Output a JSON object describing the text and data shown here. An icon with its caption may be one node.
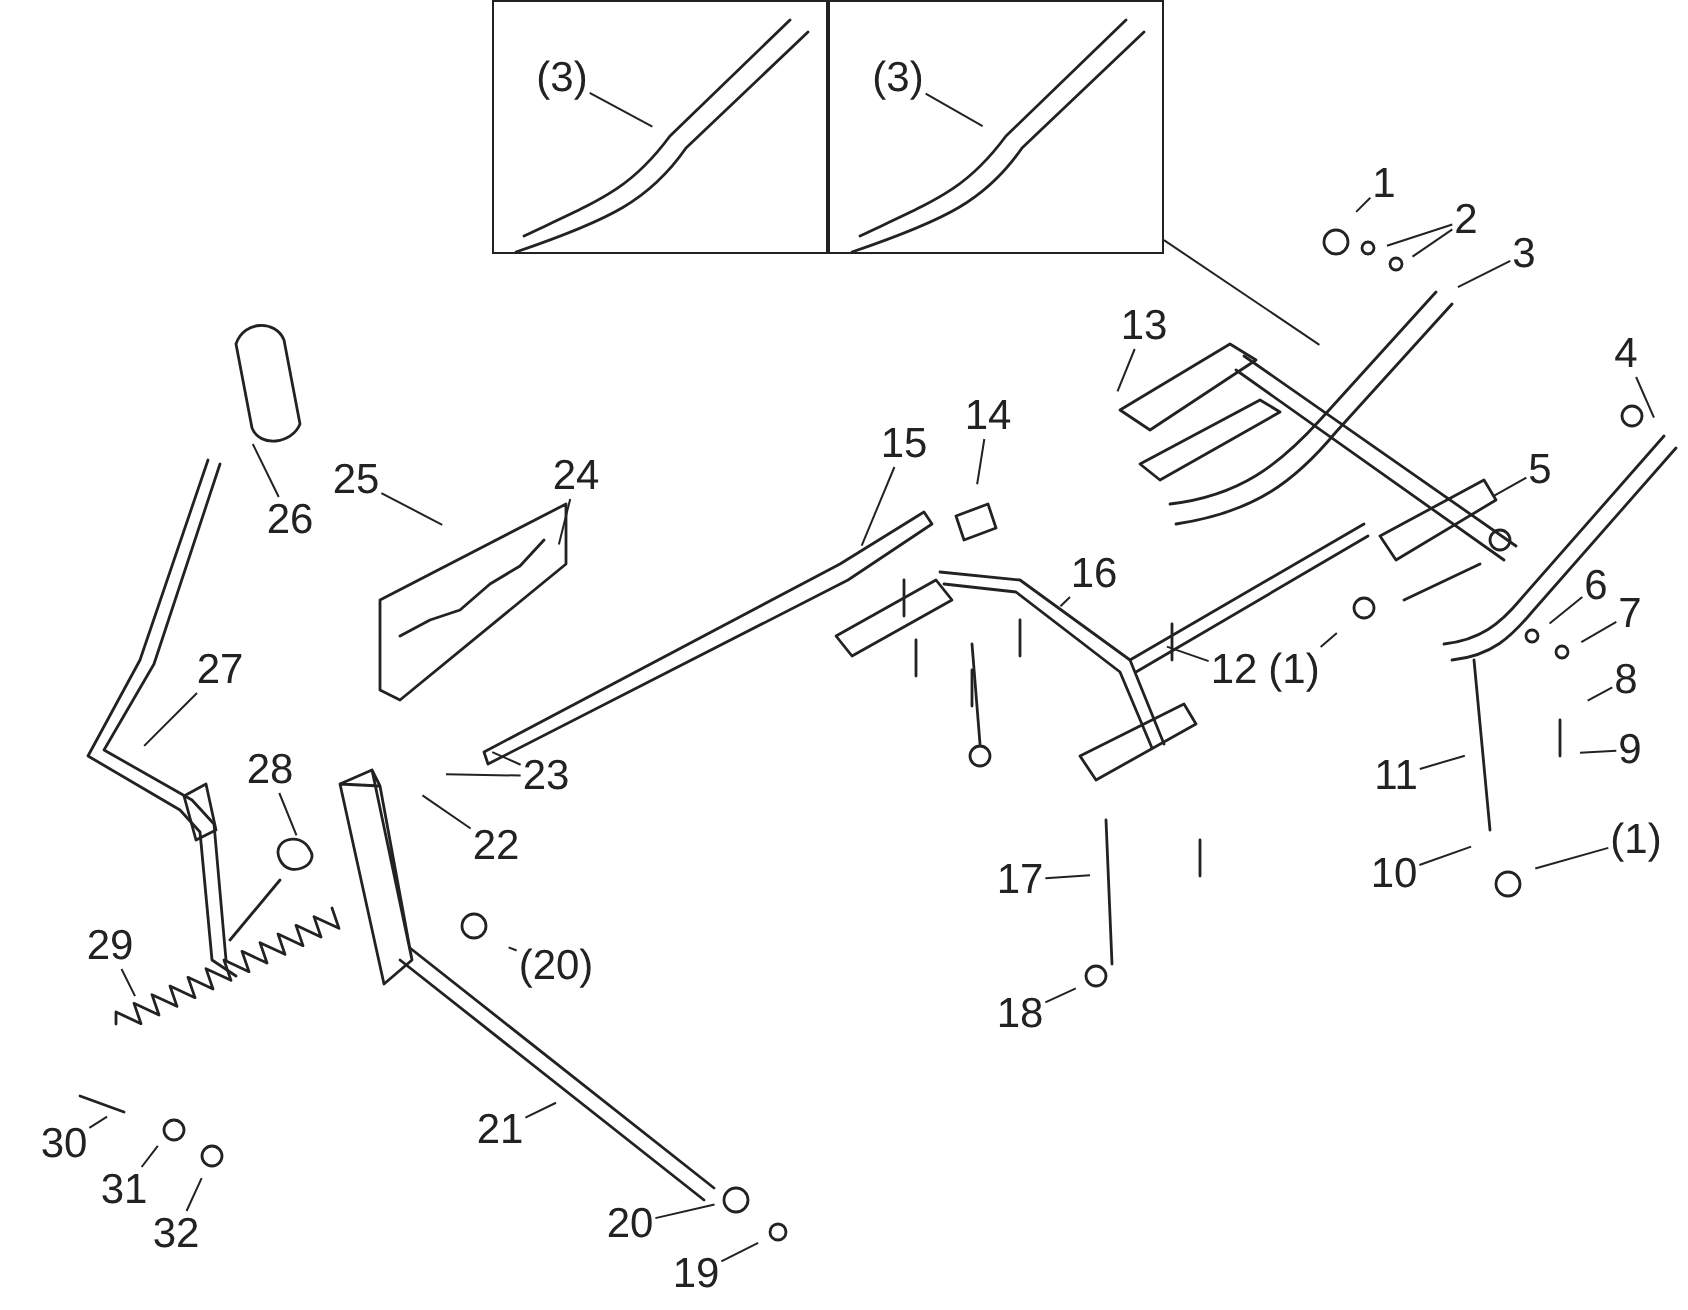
{
  "diagram": {
    "nodes": [
      {
        "text": [],
        "shape": "box"
      },
      {
        "text": [
          "(3)"
        ],
        "in": 0
      },
      {
        "text": [],
        "shape": "box"
      },
      {
        "text": [
          "(3)"
        ],
        "in": 2
      },
      {
        "text": [
          "1"
        ]
      },
      {
        "text": [
          "2"
        ]
      },
      {
        "text": [
          "3"
        ]
      },
      {
        "text": [
          "13"
        ]
      },
      {
        "text": [
          "4"
        ]
      },
      {
        "text": [
          "14"
        ]
      },
      {
        "text": [
          "15"
        ]
      },
      {
        "text": [
          "5"
        ]
      },
      {
        "text": [
          "24"
        ]
      },
      {
        "text": [
          "25"
        ]
      },
      {
        "text": [
          "26"
        ]
      },
      {
        "text": [
          "16"
        ]
      },
      {
        "text": [
          "6"
        ]
      },
      {
        "text": [
          "7"
        ]
      },
      {
        "text": [
          "27"
        ]
      },
      {
        "text": [
          "12"
        ]
      },
      {
        "text": [
          "(1)"
        ]
      },
      {
        "text": [
          "8"
        ]
      },
      {
        "text": [
          "9"
        ]
      },
      {
        "text": [
          "28"
        ]
      },
      {
        "text": [
          "23"
        ]
      },
      {
        "text": [
          "11"
        ]
      },
      {
        "text": [
          "(1)"
        ]
      },
      {
        "text": [
          "22"
        ]
      },
      {
        "text": [
          "10"
        ]
      },
      {
        "text": [
          "17"
        ]
      },
      {
        "text": [
          "29"
        ]
      },
      {
        "text": [
          "(20)"
        ]
      },
      {
        "text": [
          "18"
        ]
      },
      {
        "text": [
          "21"
        ]
      },
      {
        "text": [
          "30"
        ]
      },
      {
        "text": [
          "31"
        ]
      },
      {
        "text": [
          "20"
        ]
      },
      {
        "text": [
          "32"
        ]
      },
      {
        "text": [
          "19"
        ]
      }
    ],
    "edges": [
      {
        "from": 1,
        "to": null,
        "arrow": "none"
      },
      {
        "from": 3,
        "to": null,
        "arrow": "none"
      },
      {
        "from": 2,
        "to": null,
        "arrow": "none"
      },
      {
        "from": 4,
        "to": null,
        "arrow": "none"
      },
      {
        "from": 5,
        "to": null,
        "arrow": "none"
      },
      {
        "from": 5,
        "to": null,
        "arrow": "none"
      },
      {
        "from": 6,
        "to": null,
        "arrow": "none"
      },
      {
        "from": 7,
        "to": null,
        "arrow": "none"
      },
      {
        "from": 8,
        "to": null,
        "arrow": "none"
      },
      {
        "from": 9,
        "to": null,
        "arrow": "none"
      },
      {
        "from": 10,
        "to": null,
        "arrow": "none"
      },
      {
        "from": 11,
        "to": null,
        "arrow": "none"
      },
      {
        "from": 12,
        "to": null,
        "arrow": "none"
      },
      {
        "from": 13,
        "to": null,
        "arrow": "none"
      },
      {
        "from": 14,
        "to": null,
        "arrow": "none"
      },
      {
        "from": 15,
        "to": null,
        "arrow": "none"
      },
      {
        "from": 16,
        "to": null,
        "arrow": "none"
      },
      {
        "from": 17,
        "to": null,
        "arrow": "none"
      },
      {
        "from": 18,
        "to": null,
        "arrow": "none"
      },
      {
        "from": 19,
        "to": null,
        "arrow": "none"
      },
      {
        "from": 20,
        "to": null,
        "arrow": "none"
      },
      {
        "from": 21,
        "to": null,
        "arrow": "none"
      },
      {
        "from": 22,
        "to": null,
        "arrow": "none"
      },
      {
        "from": 23,
        "to": null,
        "arrow": "none"
      },
      {
        "from": 24,
        "to": null,
        "arrow": "none"
      },
      {
        "from": 24,
        "to": null,
        "arrow": "none"
      },
      {
        "from": 25,
        "to": null,
        "arrow": "none"
      },
      {
        "from": 26,
        "to": null,
        "arrow": "none"
      },
      {
        "from": 27,
        "to": null,
        "arrow": "none"
      },
      {
        "from": 28,
        "to": null,
        "arrow": "none"
      },
      {
        "from": 29,
        "to": null,
        "arrow": "none"
      },
      {
        "from": 30,
        "to": null,
        "arrow": "none"
      },
      {
        "from": 31,
        "to": null,
        "arrow": "none"
      },
      {
        "from": 32,
        "to": null,
        "arrow": "none"
      },
      {
        "from": 33,
        "to": null,
        "arrow": "none"
      },
      {
        "from": 34,
        "to": null,
        "arrow": "none"
      },
      {
        "from": 35,
        "to": null,
        "arrow": "none"
      },
      {
        "from": 36,
        "to": null,
        "arrow": "none"
      },
      {
        "from": 37,
        "to": null,
        "arrow": "none"
      },
      {
        "from": 38,
        "to": null,
        "arrow": "none"
      }
    ]
  }
}
